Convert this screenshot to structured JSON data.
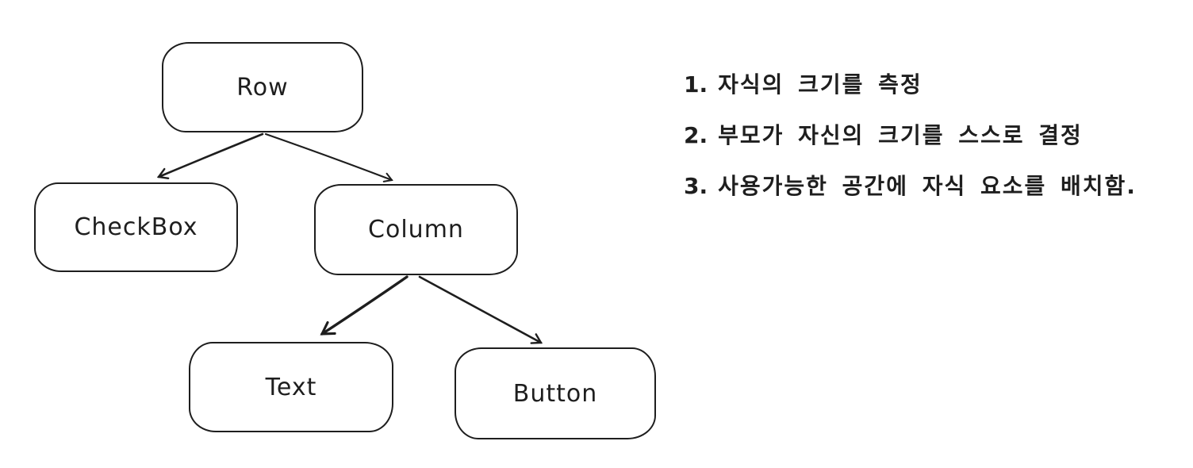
{
  "diagram": {
    "nodes": [
      {
        "id": "row",
        "label": "Row"
      },
      {
        "id": "checkbox",
        "label": "CheckBox"
      },
      {
        "id": "column",
        "label": "Column"
      },
      {
        "id": "text",
        "label": "Text"
      },
      {
        "id": "button",
        "label": "Button"
      }
    ],
    "edges": [
      {
        "from": "Row",
        "to": "CheckBox"
      },
      {
        "from": "Row",
        "to": "Column"
      },
      {
        "from": "Column",
        "to": "Text"
      },
      {
        "from": "Column",
        "to": "Button"
      }
    ]
  },
  "notes": {
    "items": [
      {
        "num": "1.",
        "text": "자식의 크기를 측정"
      },
      {
        "num": "2.",
        "text": "부모가 자신의 크기를 스스로 결정"
      },
      {
        "num": "3.",
        "text": "사용가능한 공간에 자식 요소를 배치함."
      }
    ]
  },
  "colors": {
    "stroke": "#1e1e1e",
    "background": "#ffffff"
  }
}
